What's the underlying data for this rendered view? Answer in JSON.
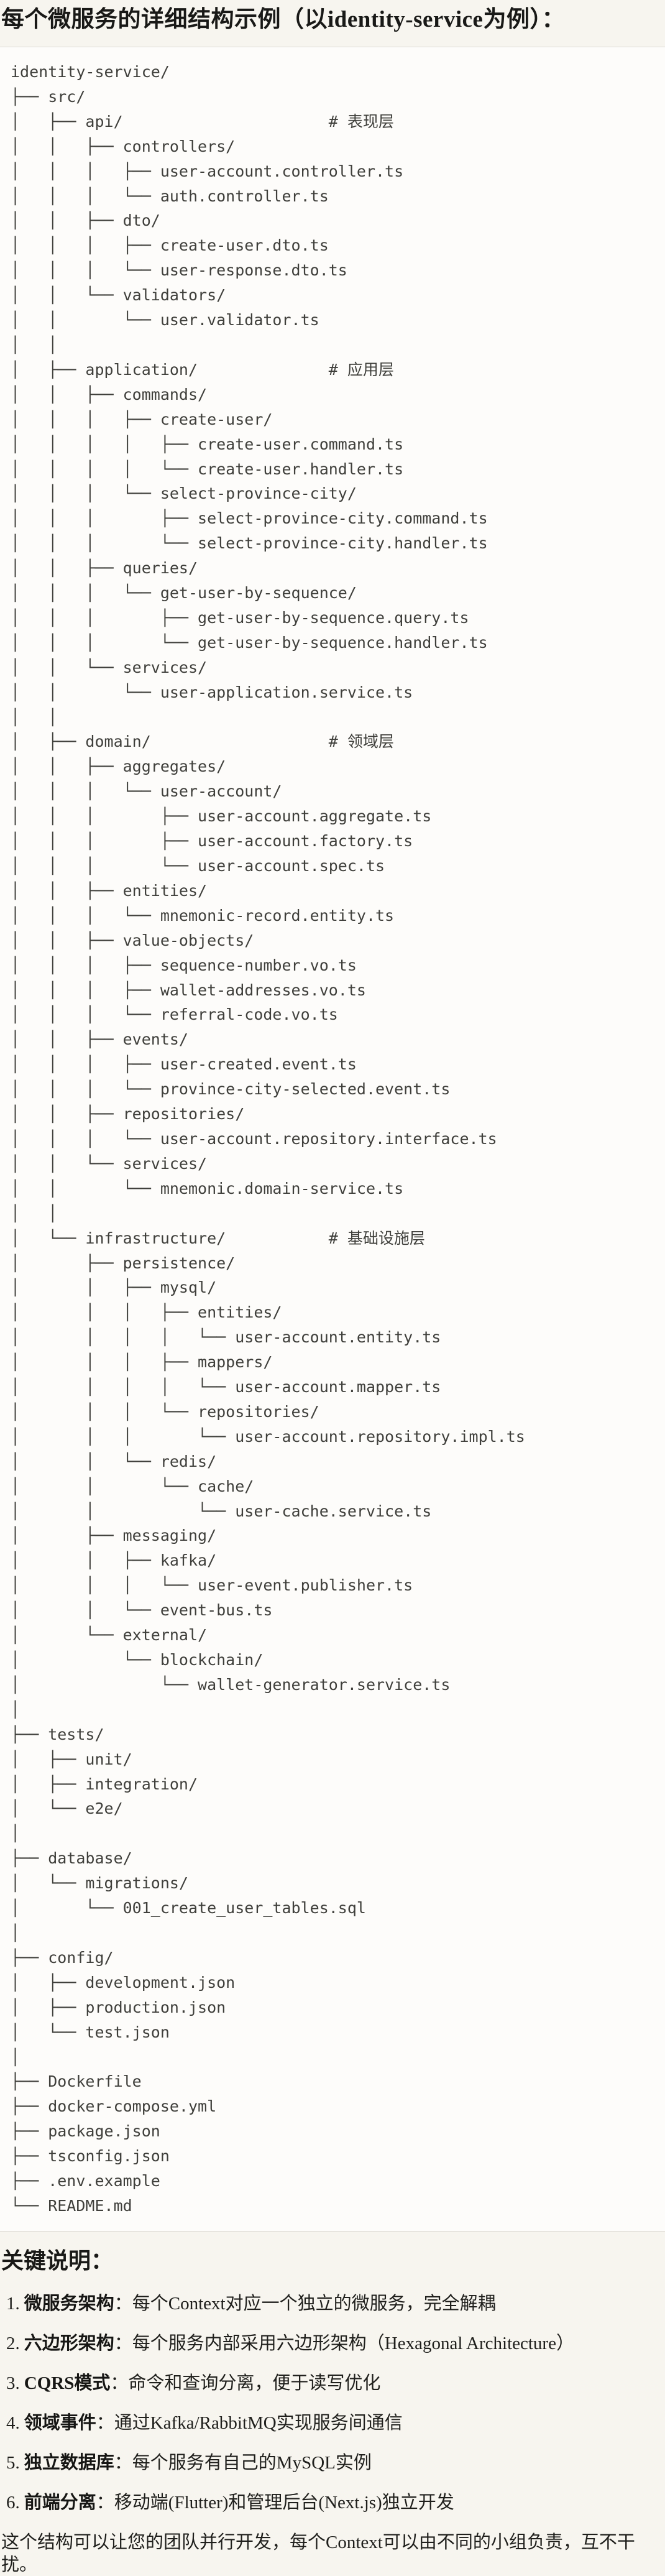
{
  "page": {
    "title": "每个微服务的详细结构示例（以identity-service为例）：",
    "section_heading": "关键说明：",
    "footer_note": "这个结构可以让您的团队并行开发，每个Context可以由不同的小组负责，互不干扰。"
  },
  "code_block": {
    "description": "identity-service directory tree",
    "layer_comments": [
      "# 表现层",
      "# 应用层",
      "# 领域层",
      "# 基础设施层"
    ],
    "lines": [
      "identity-service/",
      "├── src/",
      "│   ├── api/                      # 表现层",
      "│   │   ├── controllers/",
      "│   │   │   ├── user-account.controller.ts",
      "│   │   │   └── auth.controller.ts",
      "│   │   ├── dto/",
      "│   │   │   ├── create-user.dto.ts",
      "│   │   │   └── user-response.dto.ts",
      "│   │   └── validators/",
      "│   │       └── user.validator.ts",
      "│   │",
      "│   ├── application/              # 应用层",
      "│   │   ├── commands/",
      "│   │   │   ├── create-user/",
      "│   │   │   │   ├── create-user.command.ts",
      "│   │   │   │   └── create-user.handler.ts",
      "│   │   │   └── select-province-city/",
      "│   │   │       ├── select-province-city.command.ts",
      "│   │   │       └── select-province-city.handler.ts",
      "│   │   ├── queries/",
      "│   │   │   └── get-user-by-sequence/",
      "│   │   │       ├── get-user-by-sequence.query.ts",
      "│   │   │       └── get-user-by-sequence.handler.ts",
      "│   │   └── services/",
      "│   │       └── user-application.service.ts",
      "│   │",
      "│   ├── domain/                   # 领域层",
      "│   │   ├── aggregates/",
      "│   │   │   └── user-account/",
      "│   │   │       ├── user-account.aggregate.ts",
      "│   │   │       ├── user-account.factory.ts",
      "│   │   │       └── user-account.spec.ts",
      "│   │   ├── entities/",
      "│   │   │   └── mnemonic-record.entity.ts",
      "│   │   ├── value-objects/",
      "│   │   │   ├── sequence-number.vo.ts",
      "│   │   │   ├── wallet-addresses.vo.ts",
      "│   │   │   └── referral-code.vo.ts",
      "│   │   ├── events/",
      "│   │   │   ├── user-created.event.ts",
      "│   │   │   └── province-city-selected.event.ts",
      "│   │   ├── repositories/",
      "│   │   │   └── user-account.repository.interface.ts",
      "│   │   └── services/",
      "│   │       └── mnemonic.domain-service.ts",
      "│   │",
      "│   └── infrastructure/           # 基础设施层",
      "│       ├── persistence/",
      "│       │   ├── mysql/",
      "│       │   │   ├── entities/",
      "│       │   │   │   └── user-account.entity.ts",
      "│       │   │   ├── mappers/",
      "│       │   │   │   └── user-account.mapper.ts",
      "│       │   │   └── repositories/",
      "│       │   │       └── user-account.repository.impl.ts",
      "│       │   └── redis/",
      "│       │       └── cache/",
      "│       │           └── user-cache.service.ts",
      "│       ├── messaging/",
      "│       │   ├── kafka/",
      "│       │   │   └── user-event.publisher.ts",
      "│       │   └── event-bus.ts",
      "│       └── external/",
      "│           └── blockchain/",
      "│               └── wallet-generator.service.ts",
      "│",
      "├── tests/",
      "│   ├── unit/",
      "│   ├── integration/",
      "│   └── e2e/",
      "│",
      "├── database/",
      "│   └── migrations/",
      "│       └── 001_create_user_tables.sql",
      "│",
      "├── config/",
      "│   ├── development.json",
      "│   ├── production.json",
      "│   └── test.json",
      "│",
      "├── Dockerfile",
      "├── docker-compose.yml",
      "├── package.json",
      "├── tsconfig.json",
      "├── .env.example",
      "└── README.md"
    ]
  },
  "key_points": [
    {
      "num": "1.",
      "term": "微服务架构",
      "sep": "：",
      "desc": "每个Context对应一个独立的微服务，完全解耦"
    },
    {
      "num": "2.",
      "term": "六边形架构",
      "sep": "：",
      "desc": "每个服务内部采用六边形架构（Hexagonal Architecture）"
    },
    {
      "num": "3.",
      "term": "CQRS模式",
      "sep": "：",
      "desc": "命令和查询分离，便于读写优化"
    },
    {
      "num": "4.",
      "term": "领域事件",
      "sep": "：",
      "desc": "通过Kafka/RabbitMQ实现服务间通信"
    },
    {
      "num": "5.",
      "term": "独立数据库",
      "sep": "：",
      "desc": "每个服务有自己的MySQL实例"
    },
    {
      "num": "6.",
      "term": "前端分离",
      "sep": "：",
      "desc": "移动端(Flutter)和管理后台(Next.js)独立开发"
    }
  ],
  "colors": {
    "page_background": "#F7F5EF",
    "code_background": "#FDFCFA",
    "hairline_border": "#DBD9D3",
    "title_text": "#191917",
    "code_text": "#3F3F3B",
    "body_text": "#1F1F1C"
  }
}
